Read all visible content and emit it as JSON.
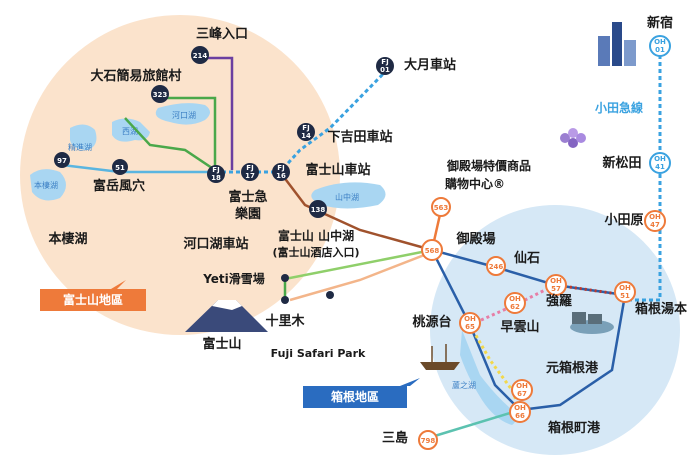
{
  "regions": {
    "fuji": "富士山地區",
    "hakone": "箱根地區"
  },
  "lakes": {
    "saiko": "西湖",
    "kawaguchiko": "河口湖",
    "shojiko": "精進湖",
    "motosuko": "本棲湖",
    "yamanakako": "山中湖",
    "ashinoko": "蘆之湖"
  },
  "stations": {
    "shinjuku": {
      "name": "新宿",
      "code_prefix": "OH",
      "code_num": "01"
    },
    "shinmatsuda": {
      "name": "新松田",
      "code_prefix": "OH",
      "code_num": "41"
    },
    "odawara": {
      "name": "小田原",
      "code_prefix": "OH",
      "code_num": "47"
    },
    "hakoneyumoto": {
      "name": "箱根湯本",
      "code_prefix": "OH",
      "code_num": "51"
    },
    "otsuki": {
      "name": "大月車站",
      "code_prefix": "FJ",
      "code_num": "01"
    },
    "shimoyoshida": {
      "name": "下吉田車站",
      "code_prefix": "FJ",
      "code_num": "14"
    },
    "fujisan": {
      "name": "富士山車站",
      "code_prefix": "FJ",
      "code_num": "16"
    },
    "fujikyu": {
      "name": "富士急\n樂園",
      "code_prefix": "FJ",
      "code_num": "17"
    },
    "kawaguchiko": {
      "name": "河口湖車站",
      "code_prefix": "FJ",
      "code_num": "18"
    },
    "mitsutoge": {
      "name": "三峰入口",
      "code_num": "214"
    },
    "oishi": {
      "name": "大石簡易旅館村",
      "code_num": "323"
    },
    "narusawa": {
      "name": "富岳風穴",
      "code_num": "51"
    },
    "motosu": {
      "name": "本棲湖",
      "code_num": "97"
    },
    "yamanakako": {
      "name": "富士山 山中湖",
      "sub": "(富士山酒店入口)",
      "code_num": "138"
    },
    "gotemba_outlet": {
      "name": "御殿場特價商品",
      "name2": "購物中心®",
      "code_num": "563"
    },
    "gotemba": {
      "name": "御殿場",
      "code_num": "568"
    },
    "sengoku": {
      "name": "仙石",
      "code_num": "246"
    },
    "gora": {
      "name": "強羅",
      "code_prefix": "OH",
      "code_num": "57"
    },
    "sounzan": {
      "name": "早雲山",
      "code_prefix": "OH",
      "code_num": "62"
    },
    "togendai": {
      "name": "桃源台",
      "code_prefix": "OH",
      "code_num": "65"
    },
    "motohakone": {
      "name": "元箱根港",
      "code_prefix": "OH",
      "code_num": "67"
    },
    "hakonemachi": {
      "name": "箱根町港",
      "code_prefix": "OH",
      "code_num": "66"
    },
    "mishima": {
      "name": "三島",
      "code_num": "798"
    },
    "yeti": {
      "name": "Yeti滑雪場"
    },
    "jurigi": {
      "name": "十里木"
    },
    "fujisafari": {
      "name": "Fuji Safari Park"
    },
    "mtfuji": {
      "name": "富士山"
    }
  },
  "lines": {
    "odakyu": "小田急線"
  },
  "colors": {
    "fuji_region_bg": "#fbe3cc",
    "hakone_region_bg": "#d6e8f6",
    "odakyu": "#3aa2e0",
    "fujikyu_line": "#3aa2e0",
    "bus_purple": "#6b3fa0",
    "bus_green": "#4aa84a",
    "bus_brown": "#a0522d",
    "bus_light_green": "#8fcf6a",
    "bus_blue": "#2a5fa8",
    "region_label_orange": "#ee7a3a",
    "region_label_blue": "#2a6cc0"
  }
}
